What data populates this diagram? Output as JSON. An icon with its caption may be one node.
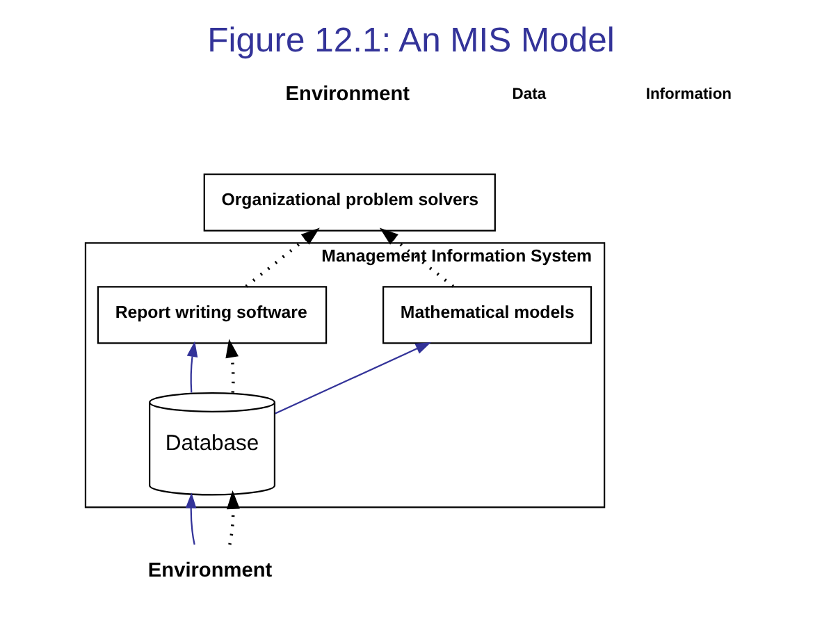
{
  "diagram": {
    "title": "Figure 12.1: An MIS Model",
    "nodes": [
      {
        "text": [
          "Management Information System"
        ]
      },
      {
        "text": [
          "Report writing software"
        ],
        "in": 0
      },
      {
        "text": [
          "Mathematical models"
        ],
        "in": 0
      },
      {
        "text": [
          "Database"
        ],
        "in": 0
      },
      {
        "text": [
          "Organizational problem solvers"
        ]
      },
      {
        "text": [
          "Environment"
        ]
      }
    ],
    "edges": [
      {
        "from": 3,
        "to": 1,
        "arrow": "to",
        "color": "#333399"
      },
      {
        "from": 3,
        "to": 2,
        "arrow": "to",
        "color": "#333399"
      },
      {
        "from": 3,
        "to": 1,
        "arrow": "to",
        "style": "dashed"
      },
      {
        "from": 1,
        "to": 4,
        "arrow": "to",
        "style": "dashed"
      },
      {
        "from": 2,
        "to": 4,
        "arrow": "to",
        "style": "dashed"
      },
      {
        "from": 5,
        "to": 3,
        "arrow": "to",
        "color": "#333399"
      },
      {
        "from": 5,
        "to": 3,
        "arrow": "to",
        "style": "dashed"
      }
    ],
    "labels": [
      "Environment"
    ],
    "legend": [
      {
        "text": "Data"
      },
      {
        "text": "Information"
      }
    ]
  }
}
